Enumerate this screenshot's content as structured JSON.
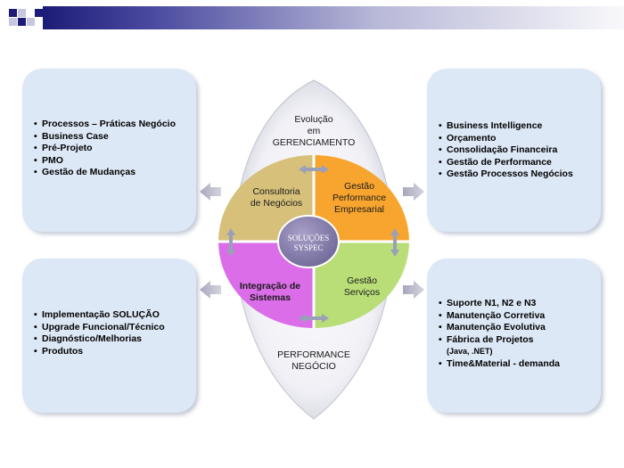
{
  "header": {
    "colors": {
      "dark": "#1c1c78",
      "light": "#c6c6e0"
    }
  },
  "center": {
    "top_label": [
      "Evolução",
      "em",
      "GERENCIAMENTO"
    ],
    "bottom_label": [
      "PERFORMANCE",
      "NEGÓCIO"
    ],
    "hub": [
      "SOLUÇÕES",
      "SYSPEC"
    ],
    "quadrants": [
      {
        "lines": [
          "Consultoria",
          "de Negócios"
        ],
        "color": "#d6c07a"
      },
      {
        "lines": [
          "Gestão",
          "Performance",
          "Empresarial"
        ],
        "color": "#f7a52e"
      },
      {
        "lines": [
          "Integração de",
          "Sistemas"
        ],
        "color": "#db6ee8"
      },
      {
        "lines": [
          "Gestão",
          "Serviços"
        ],
        "color": "#b9de78"
      }
    ]
  },
  "panels": {
    "top_left": [
      "Processos – Práticas Negócio",
      "Business Case",
      "Pré-Projeto",
      "PMO",
      "Gestão de Mudanças"
    ],
    "top_right": [
      "Business Intelligence",
      "Orçamento",
      "Consolidação Financeira",
      "Gestão de Performance",
      "Gestão Processos Negócios"
    ],
    "bottom_left": [
      "Implementação SOLUÇÃO",
      "Upgrade Funcional/Técnico",
      "Diagnóstico/Melhorias",
      "Produtos"
    ],
    "bottom_right": [
      "Suporte N1, N2 e N3",
      "Manutenção Corretiva",
      "Manutenção Evolutiva",
      "Fábrica de Projetos",
      "Time&Material - demanda"
    ],
    "bottom_right_note": "(Java, .NET)"
  }
}
